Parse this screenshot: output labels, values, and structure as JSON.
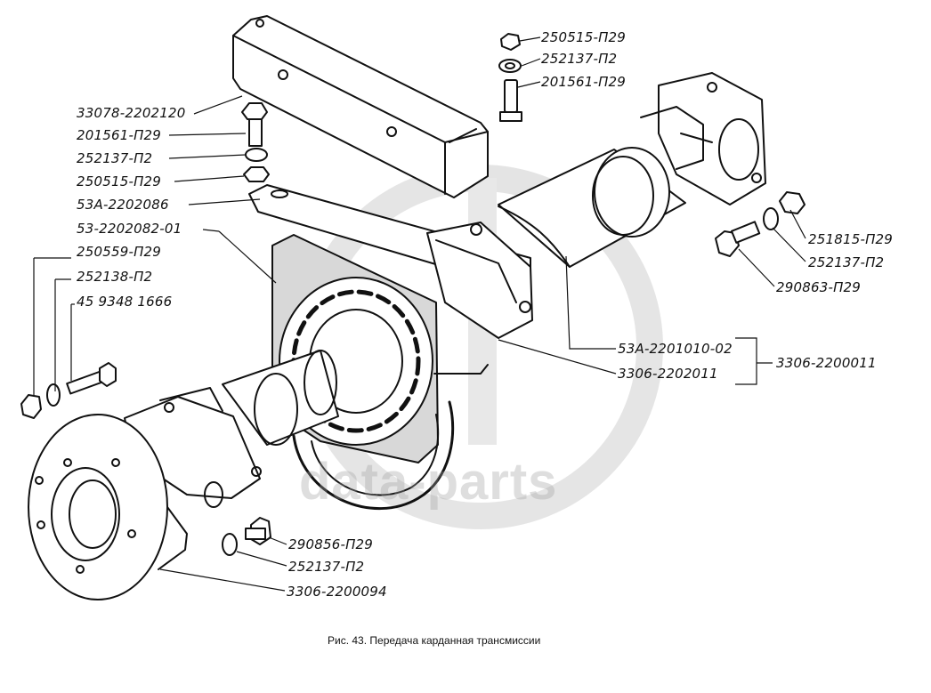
{
  "labels": {
    "top_nut": "250515-П29",
    "top_washer": "252137-П2",
    "top_bolt": "201561-П29",
    "bracket_cover": "33078-2202120",
    "left_bolt": "201561-П29",
    "left_washer": "252137-П2",
    "left_nut": "250515-П29",
    "plate": "53А-2202086",
    "support": "53-2202082-01",
    "flange_nut": "250559-П29",
    "flange_washer": "252138-П2",
    "flange_bolt": "45 9348 1666",
    "right_nut": "251815-П29",
    "right_washer": "252137-П2",
    "right_bolt": "290863-П29",
    "shaft": "53А-2201010-02",
    "bearing": "3306-2202011",
    "assembly": "3306-2200011",
    "bottom_bolt": "290856-П29",
    "bottom_washer": "252137-П2",
    "flange": "3306-2200094"
  },
  "caption": "Рис. 43. Передача карданная трансмиссии",
  "watermark": "data-parts"
}
